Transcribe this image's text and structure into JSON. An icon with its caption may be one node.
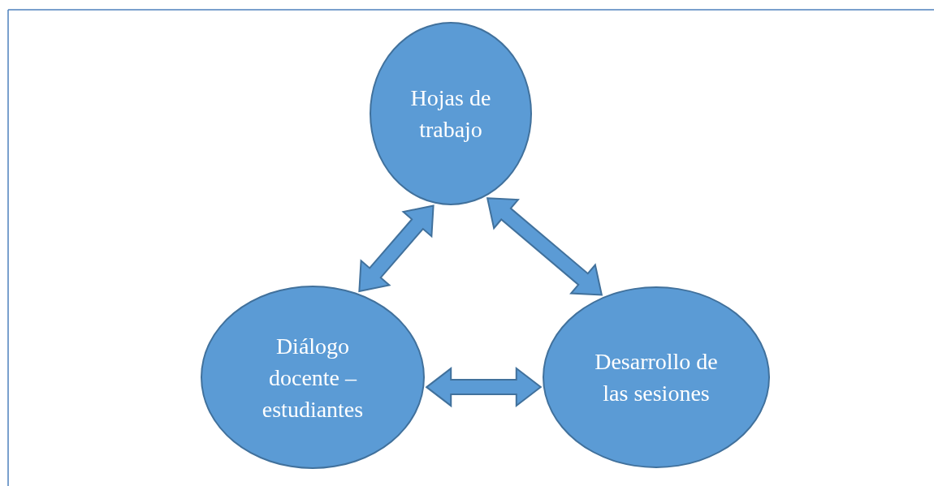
{
  "diagram": {
    "nodes": [
      {
        "text": [
          "Hojas de trabajo"
        ]
      },
      {
        "text": [
          "Diálogo docente – estudiantes"
        ]
      },
      {
        "text": [
          "Desarrollo de las sesiones"
        ]
      }
    ],
    "edges": [
      {
        "from": 0,
        "to": 1,
        "arrow": "both"
      },
      {
        "from": 0,
        "to": 2,
        "arrow": "both"
      },
      {
        "from": 1,
        "to": 2,
        "arrow": "both"
      }
    ]
  }
}
